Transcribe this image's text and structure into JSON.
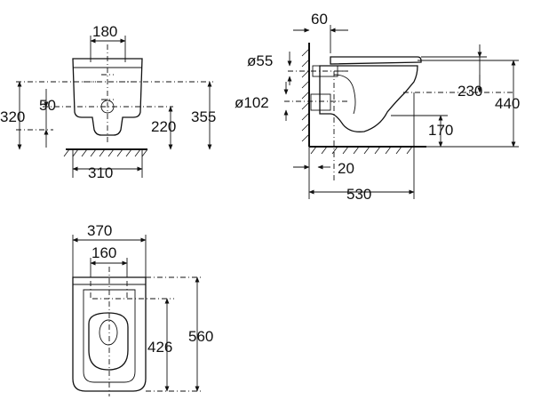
{
  "front_view": {
    "width_top": "180",
    "height_outlet": "320",
    "outlet_offset": "50",
    "height_220": "220",
    "height_355": "355",
    "width_bottom": "310"
  },
  "side_view": {
    "wall_offset": "60",
    "pipe_55": "ø55",
    "pipe_102": "ø102",
    "height_230": "230",
    "height_440": "440",
    "height_170": "170",
    "offset_20": "20",
    "depth_530": "530"
  },
  "top_view": {
    "width_370": "370",
    "width_160": "160",
    "length_426": "426",
    "length_560": "560"
  }
}
